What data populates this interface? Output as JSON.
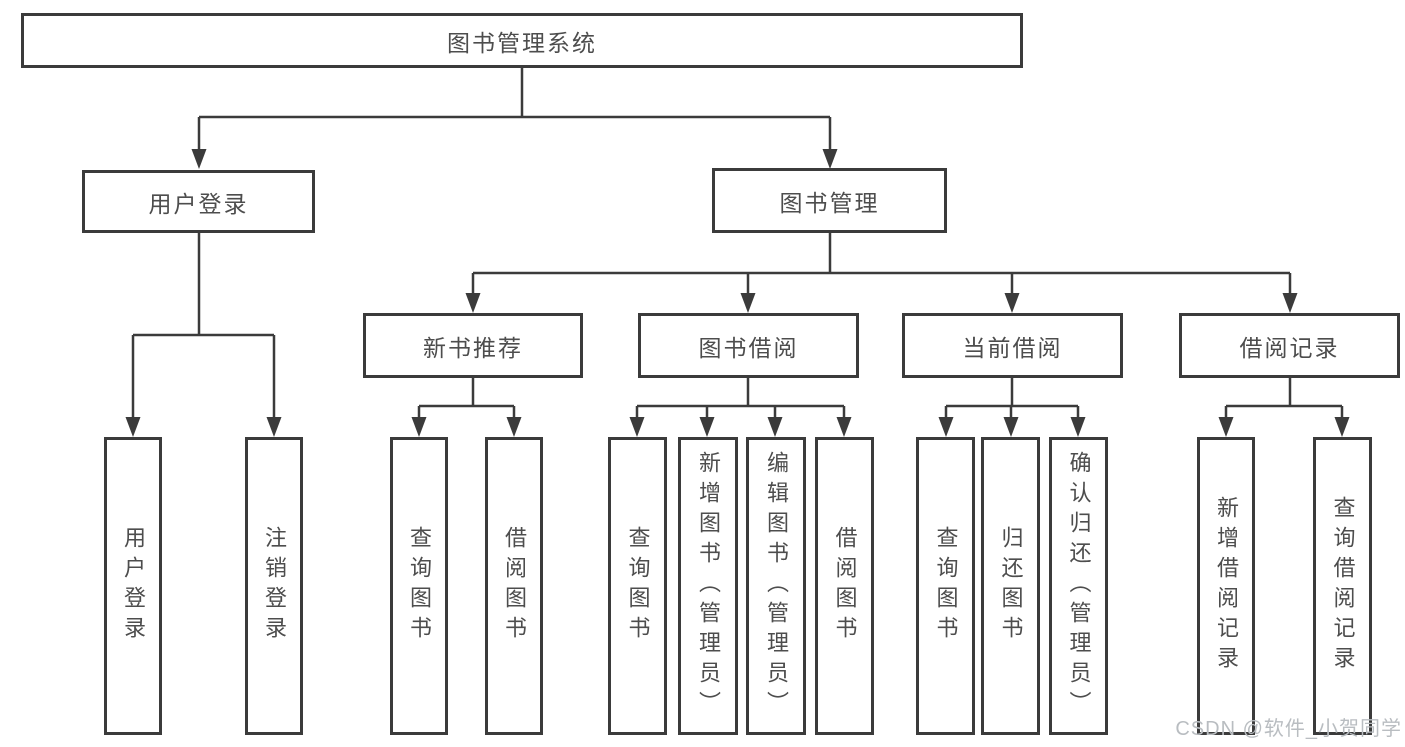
{
  "colors": {
    "line": "#3b3b3b",
    "text": "#4d4d4d",
    "background": "#ffffff",
    "watermark": "#b9bdc1"
  },
  "tree": {
    "root": {
      "label": "图书管理系统"
    },
    "level2": [
      {
        "label": "用户登录",
        "children": [
          {
            "label": "用户登录"
          },
          {
            "label": "注销登录"
          }
        ]
      },
      {
        "label": "图书管理",
        "children": [
          {
            "label": "新书推荐",
            "children": [
              {
                "label": "查询图书"
              },
              {
                "label": "借阅图书"
              }
            ]
          },
          {
            "label": "图书借阅",
            "children": [
              {
                "label": "查询图书"
              },
              {
                "label": "新增图书（管理员）"
              },
              {
                "label": "编辑图书（管理员）"
              },
              {
                "label": "借阅图书"
              }
            ]
          },
          {
            "label": "当前借阅",
            "children": [
              {
                "label": "查询图书"
              },
              {
                "label": "归还图书"
              },
              {
                "label": "确认归还（管理员）"
              }
            ]
          },
          {
            "label": "借阅记录",
            "children": [
              {
                "label": "新增借阅记录"
              },
              {
                "label": "查询借阅记录"
              }
            ]
          }
        ]
      }
    ]
  },
  "watermark": "CSDN @软件_小贺同学"
}
